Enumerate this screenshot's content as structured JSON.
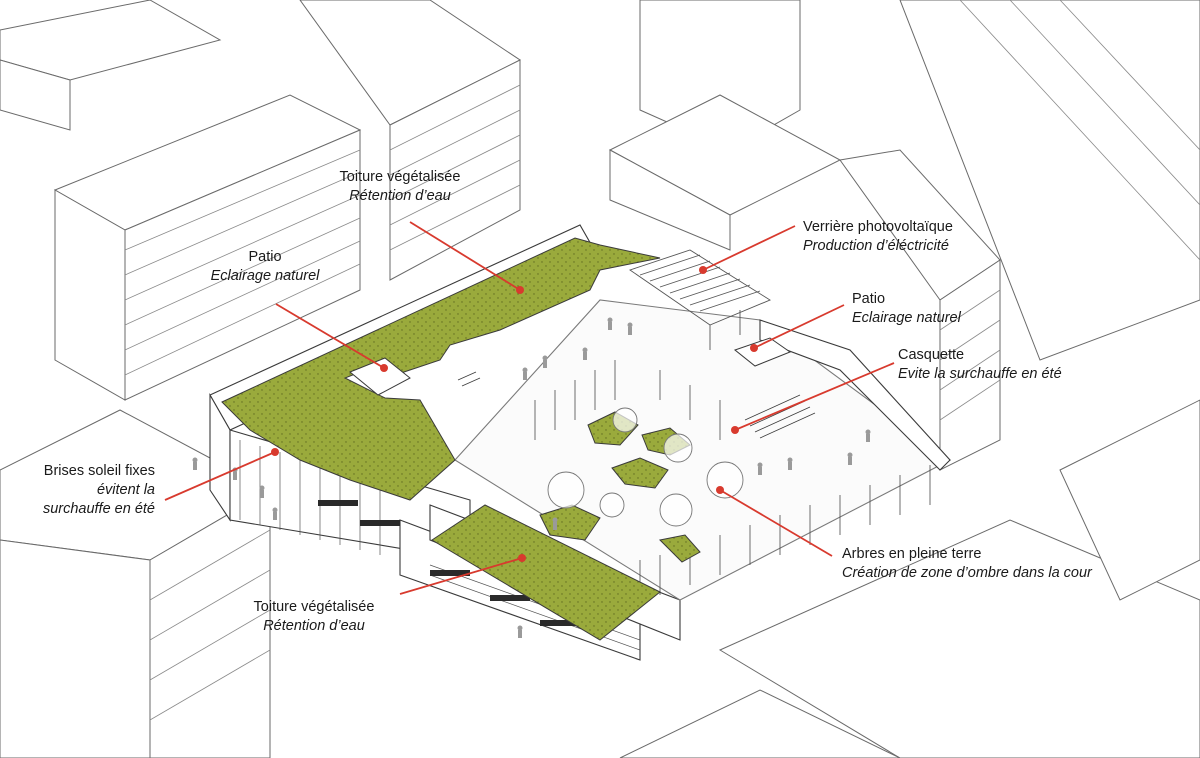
{
  "colors": {
    "roof_green": "#9aaa3c",
    "leader_red": "#d83a2e",
    "line": "#4a4a4a",
    "building_fill": "#ffffff"
  },
  "annotations": {
    "toiture_top": {
      "title": "Toiture végétalisée",
      "sub": "Rétention d’eau"
    },
    "patio_left": {
      "title": "Patio",
      "sub": "Eclairage naturel"
    },
    "verriere": {
      "title": "Verrière photovoltaïque",
      "sub": "Production d’éléctricité"
    },
    "patio_right": {
      "title": "Patio",
      "sub": "Eclairage naturel"
    },
    "casquette": {
      "title": "Casquette",
      "sub": "Evite la surchauffe en été"
    },
    "brises": {
      "title": "Brises soleil fixes",
      "sub1": "évitent la",
      "sub2": "surchauffe en été"
    },
    "arbres": {
      "title": "Arbres en pleine terre",
      "sub": "Création de zone d’ombre dans la cour"
    },
    "toiture_bottom": {
      "title": "Toiture végétalisée",
      "sub": "Rétention d’eau"
    }
  }
}
